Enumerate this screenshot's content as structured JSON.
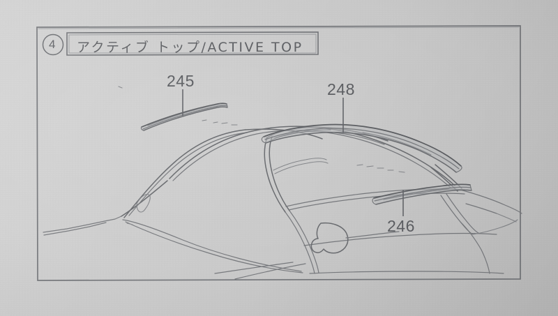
{
  "document": {
    "kind": "automotive-parts-illustration",
    "section_number": "4",
    "section_number_circled": "④",
    "title": "アクティブ トップ/ACTIVE TOP",
    "title_japanese": "アクティブ トップ",
    "title_english": "ACTIVE TOP"
  },
  "callouts": [
    {
      "id": "245",
      "label": "245",
      "target": "front-roof-header-molding"
    },
    {
      "id": "248",
      "label": "248",
      "target": "roof-side-rail-molding"
    },
    {
      "id": "246",
      "label": "246",
      "target": "rear-roof-weatherstrip"
    }
  ],
  "colors": {
    "paper": "#c9c9c9",
    "ink": "#6a6c70",
    "ink_light": "#84868a",
    "frame": "#727478"
  },
  "drawing": {
    "subject": "convertible-car-roof-side-view",
    "view": "three-quarter-side"
  }
}
